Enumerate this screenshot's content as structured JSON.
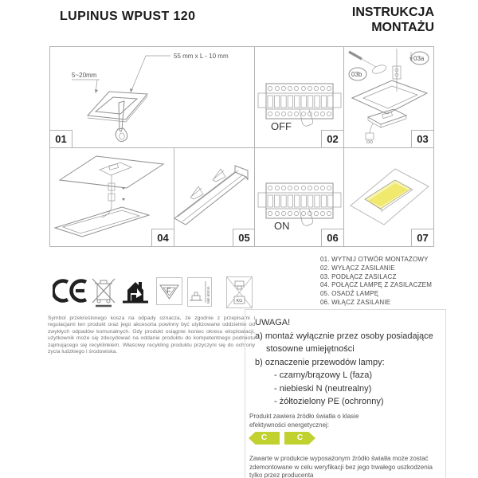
{
  "header": {
    "title": "LUPINUS WPUST 120",
    "instruction_line1": "INSTRUKCJA",
    "instruction_line2": "MONTAŻU"
  },
  "panels": {
    "p01": {
      "number": "01",
      "screw_label": "55 mm x L - 10 mm",
      "depth_label": "5~20mm"
    },
    "p02": {
      "number": "02",
      "switch_label": "OFF"
    },
    "p03": {
      "number": "03",
      "label_a": "03a",
      "label_b": "03b"
    },
    "p04": {
      "number": "04"
    },
    "p05": {
      "number": "05"
    },
    "p06": {
      "number": "06",
      "switch_label": "ON"
    },
    "p07": {
      "number": "07"
    }
  },
  "steps": [
    "01. WYTNIJ OTWÓR MONTAŻOWY",
    "02. WYŁĄCZ ZASILANIE",
    "03. PODŁĄCZ ZASILACZ",
    "04. POŁĄCZ LAMPĘ Z ZASILACZEM",
    "05. OSADŹ LAMPĘ",
    "06. WŁĄCZ ZASILANIE"
  ],
  "icons": {
    "ce_mark": "CE",
    "f_mark_label": "F",
    "min_distance_label": "Min 60mm",
    "no_cover_label": "KG"
  },
  "disclaimer": "Symbol przekreślonego kosza na odpady oznacza, że zgodnie z przepisami i regulacjami ten produkt oraz jego akcesoria powinny być utylizowane oddzielnie od zwykłych odpadów komunalnych. Gdy produkt osiągnie koniec okresu eksploatacji, użytkownik może się zdecydować na oddanie produktu do kompetentnego podmiotu zajmującego się recyklinkiem. Właściwy recykling produktu przyczyni się do ochrony życia ludzkiego i środowiska.",
  "warning": {
    "title": "UWAGA!",
    "line_a1": "a) montaż wyłącznie przez osoby posiadające",
    "line_a2": "stosowne umiejętności",
    "line_b": "b) oznaczenie przewodów lampy:",
    "wire_1": "- czarny/brązowy L (faza)",
    "wire_2": "- niebieski N (neutrealny)",
    "wire_3": "- żółtozielony PE (ochronny)"
  },
  "energy": {
    "line1": "Produkt zawiera źródło światła o klasie",
    "line2": "efektywności energetycznej:",
    "class_left": "C",
    "class_right": "C",
    "arrow_color": "#c1d12f"
  },
  "source_note": "Zawarte w produkcie wyposażonym źródło światła może zostać zdemontowane w celu weryfikacji bez jego trwałego uszkodzenia tylko przez producenta"
}
